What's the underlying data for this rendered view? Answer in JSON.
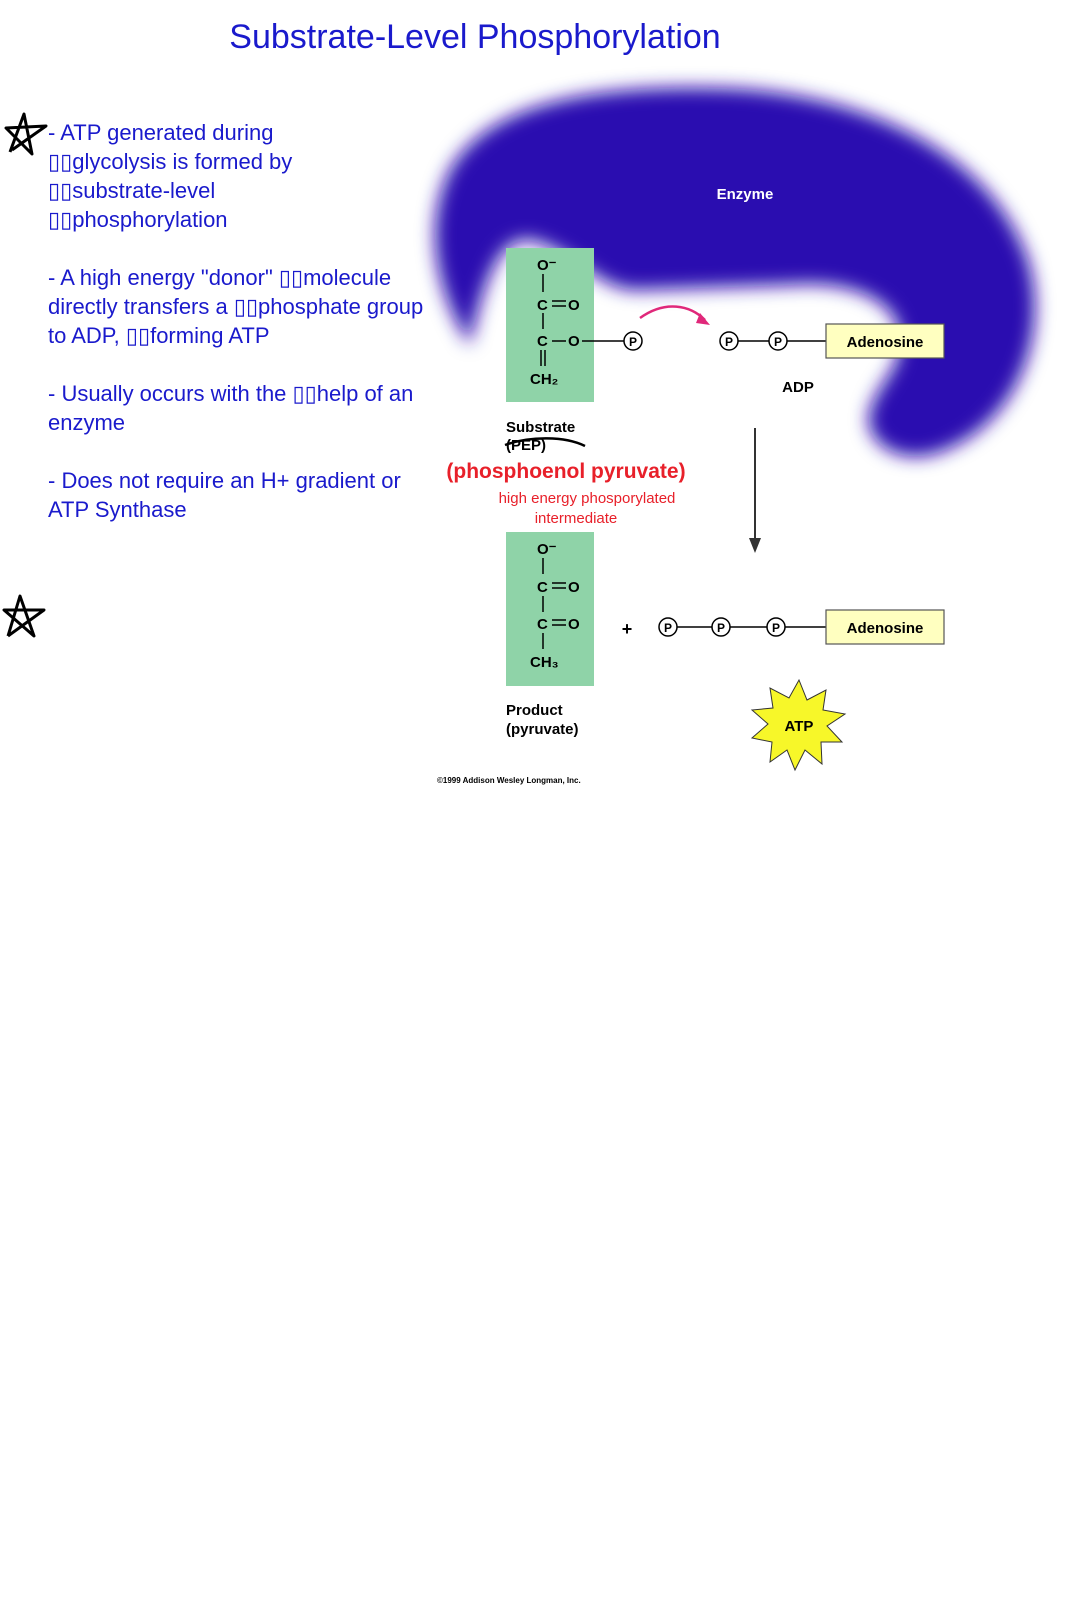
{
  "page": {
    "title": "Substrate-Level Phosphorylation",
    "bullets": [
      "- ATP generated during\n▯▯glycolysis is formed by\n▯▯substrate-level\n▯▯phosphorylation",
      "- A high energy \"donor\" ▯▯molecule directly transfers a ▯▯phosphate group to ADP, ▯▯forming ATP",
      "- Usually occurs with the ▯▯help of an enzyme",
      "- Does not require an H+ gradient or ATP Synthase"
    ]
  },
  "diagram": {
    "enzyme_label": "Enzyme",
    "substrate_molecule": [
      "O⁻",
      "C",
      "O",
      "C",
      "O",
      "CH₂"
    ],
    "product_molecule": [
      "O⁻",
      "C",
      "O",
      "C",
      "O",
      "CH₃"
    ],
    "phosphate_symbol": "P",
    "adenosine_label": "Adenosine",
    "adp_label": "ADP",
    "plus_sign": "+",
    "substrate_label": "Substrate",
    "pep_label": "(PEP)",
    "pep_full_name": "(phosphoenol pyruvate)",
    "intermediate_note_line1": "high energy phosporylated",
    "intermediate_note_line2": "intermediate",
    "product_label": "Product",
    "product_name": "(pyruvate)",
    "atp_label": "ATP",
    "copyright": "©1999 Addison Wesley Longman, Inc.",
    "colors": {
      "enzyme": "#2a10b0",
      "molecule_box": "#8fd3a8",
      "adenosine_box": "#ffffc0",
      "atp_burst": "#f7f729",
      "annotation_red": "#e8202a",
      "arrow_pink": "#e0287a",
      "text_blue": "#1a1acc"
    }
  }
}
